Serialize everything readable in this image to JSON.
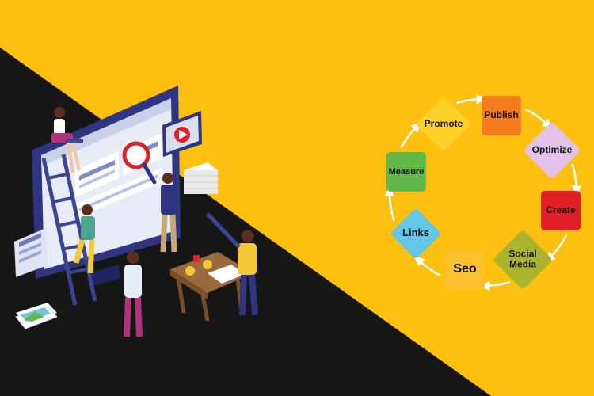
{
  "colors": {
    "background": "#fdbf10",
    "dark_panel": "#161616",
    "screen_frame": "#2f3580",
    "screen": "#e8ecf6"
  },
  "cycle": {
    "steps": [
      {
        "label": "Publish",
        "color": "#f27c1e"
      },
      {
        "label": "Optimize",
        "color": "#e2c2e6"
      },
      {
        "label": "Create",
        "color": "#e01f26"
      },
      {
        "label": "Social\nMedia",
        "color": "#a9b52c"
      },
      {
        "label": "Seo",
        "color": "#fbc02d"
      },
      {
        "label": "Links",
        "color": "#63c6e6"
      },
      {
        "label": "Measure",
        "color": "#62b84b"
      },
      {
        "label": "Promote",
        "color": "#fdd02a"
      }
    ]
  },
  "illustration": {
    "icons": [
      "monitor-icon",
      "magnifier-icon",
      "video-play-icon",
      "ladder-icon",
      "paper-stack-icon",
      "photo-card-icon",
      "desk-icon"
    ]
  }
}
